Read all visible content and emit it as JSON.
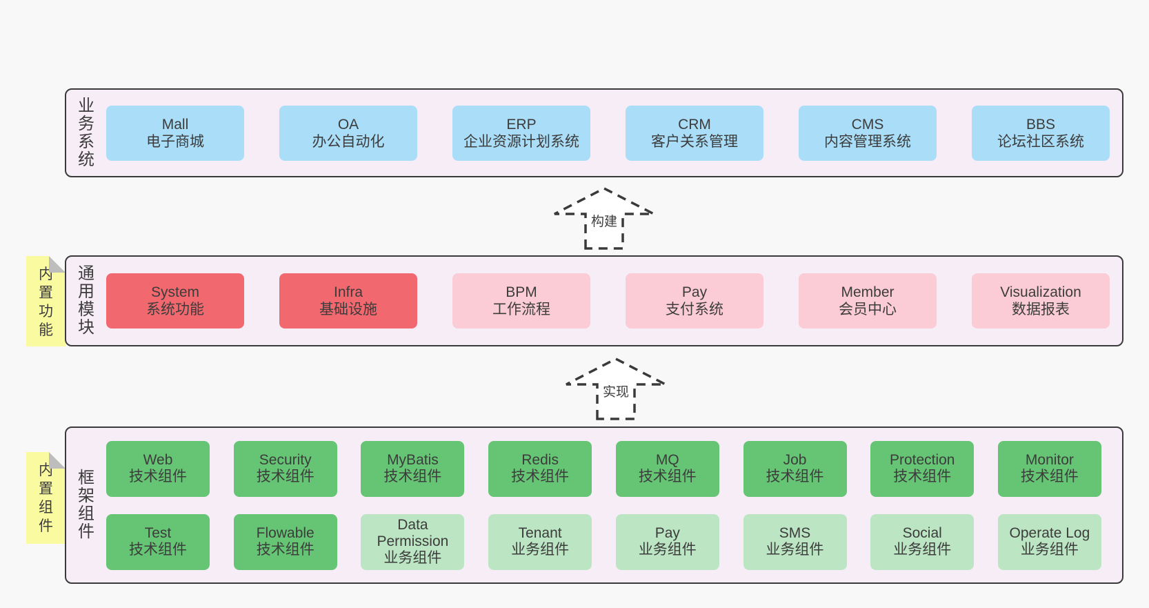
{
  "colors": {
    "blue": "#aaddf7",
    "red": "#f1686e",
    "pink": "#fbccd5",
    "green": "#66c574",
    "light_green": "#bce5c3",
    "tag_yellow": "#fafaa0",
    "fold_gray": "#bdbdbd",
    "panel_bg": "#f7edf6",
    "page_bg": "#f8f8f8",
    "border": "#3a3a3a",
    "text": "#3c3c3c"
  },
  "arrows": {
    "build": "构建",
    "implement": "实现"
  },
  "sections": {
    "business": {
      "label": "业务系统",
      "boxes": [
        {
          "id": "mall",
          "color": "blue",
          "lines": [
            "Mall",
            "电子商城"
          ]
        },
        {
          "id": "oa",
          "color": "blue",
          "lines": [
            "OA",
            "办公自动化"
          ]
        },
        {
          "id": "erp",
          "color": "blue",
          "lines": [
            "ERP",
            "企业资源计划系统"
          ]
        },
        {
          "id": "crm",
          "color": "blue",
          "lines": [
            "CRM",
            "客户关系管理"
          ]
        },
        {
          "id": "cms",
          "color": "blue",
          "lines": [
            "CMS",
            "内容管理系统"
          ]
        },
        {
          "id": "bbs",
          "color": "blue",
          "lines": [
            "BBS",
            "论坛社区系统"
          ]
        }
      ]
    },
    "modules": {
      "label": "通用模块",
      "tag": "内置功能",
      "boxes": [
        {
          "id": "system",
          "color": "red",
          "lines": [
            "System",
            "系统功能"
          ]
        },
        {
          "id": "infra",
          "color": "red",
          "lines": [
            "Infra",
            "基础设施"
          ]
        },
        {
          "id": "bpm",
          "color": "pink",
          "lines": [
            "BPM",
            "工作流程"
          ]
        },
        {
          "id": "pay",
          "color": "pink",
          "lines": [
            "Pay",
            "支付系统"
          ]
        },
        {
          "id": "member",
          "color": "pink",
          "lines": [
            "Member",
            "会员中心"
          ]
        },
        {
          "id": "visualization",
          "color": "pink",
          "lines": [
            "Visualization",
            "数据报表"
          ]
        }
      ]
    },
    "framework": {
      "label": "框架组件",
      "tag": "内置组件",
      "rows": [
        [
          {
            "id": "web",
            "color": "green",
            "lines": [
              "Web",
              "技术组件"
            ]
          },
          {
            "id": "security",
            "color": "green",
            "lines": [
              "Security",
              "技术组件"
            ]
          },
          {
            "id": "mybatis",
            "color": "green",
            "lines": [
              "MyBatis",
              "技术组件"
            ]
          },
          {
            "id": "redis",
            "color": "green",
            "lines": [
              "Redis",
              "技术组件"
            ]
          },
          {
            "id": "mq",
            "color": "green",
            "lines": [
              "MQ",
              "技术组件"
            ]
          },
          {
            "id": "job",
            "color": "green",
            "lines": [
              "Job",
              "技术组件"
            ]
          },
          {
            "id": "protection",
            "color": "green",
            "lines": [
              "Protection",
              "技术组件"
            ]
          },
          {
            "id": "monitor",
            "color": "green",
            "lines": [
              "Monitor",
              "技术组件"
            ]
          }
        ],
        [
          {
            "id": "test",
            "color": "green",
            "lines": [
              "Test",
              "技术组件"
            ]
          },
          {
            "id": "flowable",
            "color": "green",
            "lines": [
              "Flowable",
              "技术组件"
            ]
          },
          {
            "id": "data-permission",
            "color": "light_green",
            "lines": [
              "Data",
              "Permission",
              "业务组件"
            ]
          },
          {
            "id": "tenant",
            "color": "light_green",
            "lines": [
              "Tenant",
              "业务组件"
            ]
          },
          {
            "id": "pay-biz",
            "color": "light_green",
            "lines": [
              "Pay",
              "业务组件"
            ]
          },
          {
            "id": "sms",
            "color": "light_green",
            "lines": [
              "SMS",
              "业务组件"
            ]
          },
          {
            "id": "social",
            "color": "light_green",
            "lines": [
              "Social",
              "业务组件"
            ]
          },
          {
            "id": "operate-log",
            "color": "light_green",
            "lines": [
              "Operate Log",
              "业务组件"
            ]
          }
        ]
      ]
    }
  }
}
